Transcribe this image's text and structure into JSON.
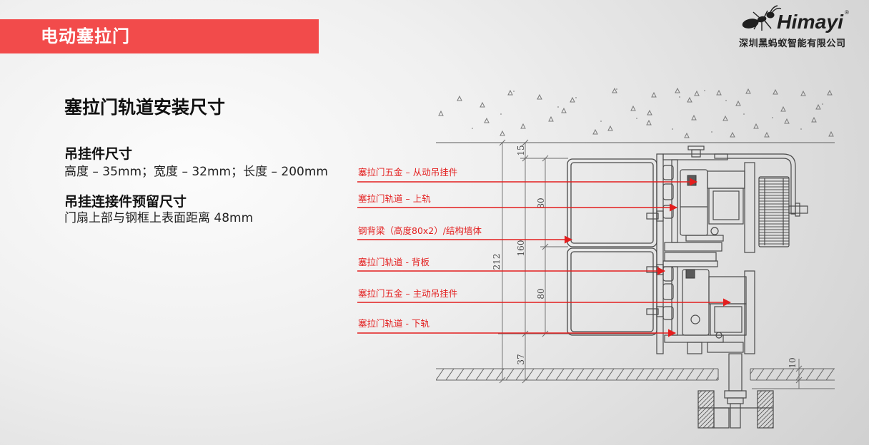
{
  "theme": {
    "accent": "#f24b4b",
    "callout": "#e31e1e",
    "drawing_line": "#4a4a4a"
  },
  "header": {
    "title": "电动塞拉门"
  },
  "logo": {
    "brand": "Himayi",
    "registered_mark": "®",
    "company": "深圳黑蚂蚁智能有限公司",
    "icon": "ant-icon"
  },
  "content": {
    "title": "塞拉门轨道安装尺寸",
    "sections": [
      {
        "heading": "吊挂件尺寸",
        "text": "高度 – 35mm；宽度 – 32mm；长度 – 200mm"
      },
      {
        "heading": "吊挂连接件预留尺寸",
        "text": "门扇上部与钢框上表面距离 48mm"
      }
    ]
  },
  "diagram": {
    "callouts": [
      "塞拉门五金 – 从动吊挂件",
      "塞拉门轨道 – 上轨",
      "钢背梁（高度80x2）/结构墙体",
      "塞拉门轨道 - 背板",
      "塞拉门五金 – 主动吊挂件",
      "塞拉门轨道 - 下轨"
    ],
    "dimensions": {
      "total_height": "212",
      "top_gap": "15",
      "beam_height": "160",
      "bottom_gap": "37",
      "upper_beam": "80",
      "lower_beam": "80",
      "floor_gap": "10"
    }
  }
}
